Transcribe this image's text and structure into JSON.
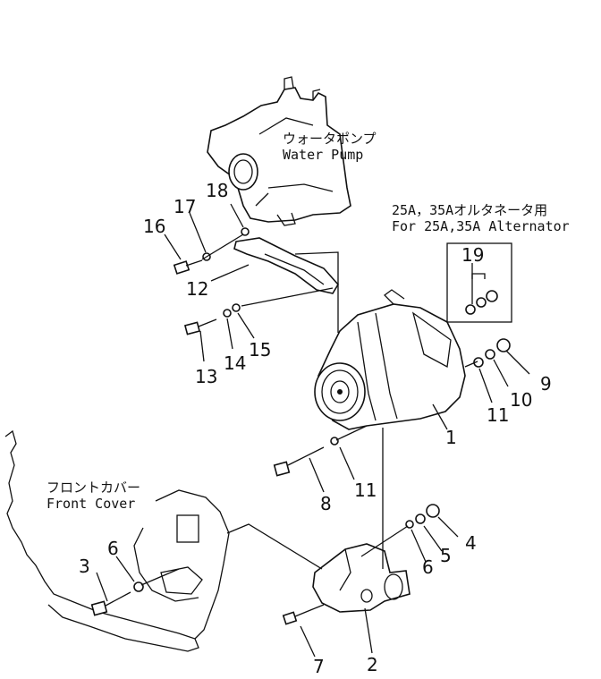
{
  "labels": {
    "water_pump_jp": "ウォータポンプ",
    "water_pump_en": "Water Pump",
    "alternator_jp": "25A，35Aオルタネータ用",
    "alternator_en": "For 25A,35A Alternator",
    "front_cover_jp": "フロントカバー",
    "front_cover_en": "Front Cover"
  },
  "callouts": {
    "p1": "1",
    "p2": "2",
    "p3": "3",
    "p4": "4",
    "p5": "5",
    "p6a": "6",
    "p6b": "6",
    "p7": "7",
    "p8": "8",
    "p9": "9",
    "p10": "10",
    "p11a": "11",
    "p11b": "11",
    "p12": "12",
    "p13": "13",
    "p14": "14",
    "p15": "15",
    "p16": "16",
    "p17": "17",
    "p18": "18",
    "p19": "19"
  }
}
